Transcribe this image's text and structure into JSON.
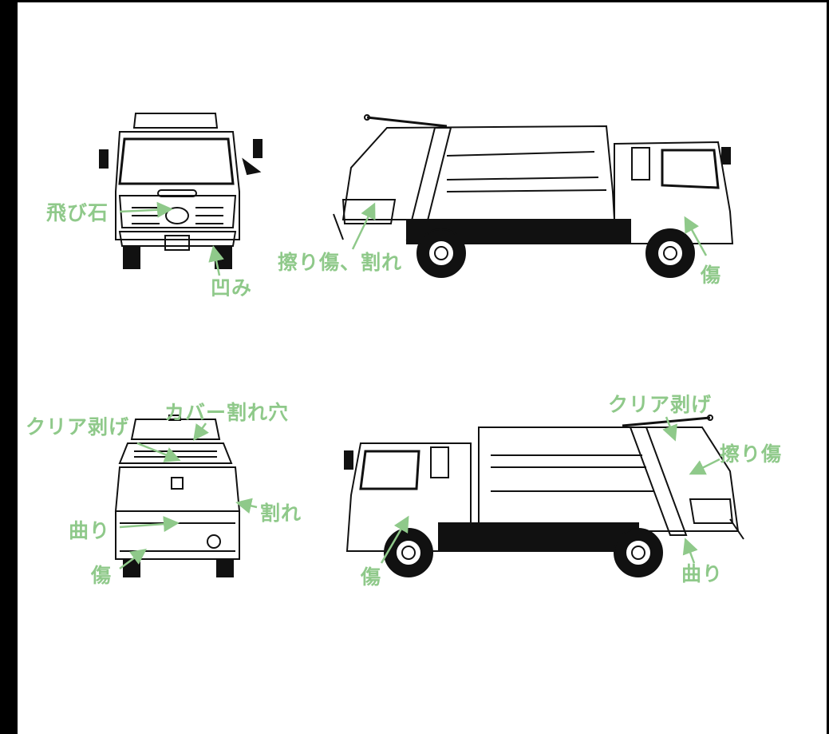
{
  "colors": {
    "annotation": "#8fc98a",
    "line": "#111111",
    "frame": "#000000"
  },
  "views": {
    "front": {
      "labels": {
        "stone_chip": "飛び石",
        "dent": "凹み"
      }
    },
    "right_side": {
      "labels": {
        "scratch_crack": "擦り傷、割れ",
        "scratch": "傷"
      }
    },
    "rear": {
      "labels": {
        "clear_peel": "クリア剥げ",
        "cover_crack_hole": "カバー割れ穴",
        "crack": "割れ",
        "bend": "曲り",
        "scratch": "傷"
      }
    },
    "left_side": {
      "labels": {
        "clear_peel": "クリア剥げ",
        "scratch_abrasion": "擦り傷",
        "bend": "曲り",
        "scratch": "傷"
      }
    }
  }
}
